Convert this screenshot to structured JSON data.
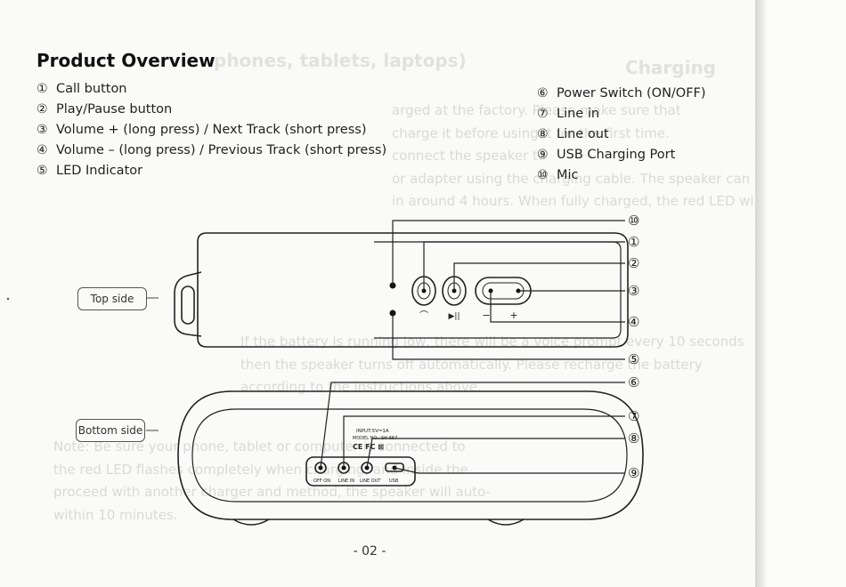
{
  "page": {
    "title": "Product Overview",
    "page_number": "- 02 -"
  },
  "left_list": [
    {
      "num": "①",
      "label": "Call button"
    },
    {
      "num": "②",
      "label": "Play/Pause button"
    },
    {
      "num": "③",
      "label": "Volume + (long press) / Next Track (short press)"
    },
    {
      "num": "④",
      "label": "Volume – (long press) / Previous Track (short press)"
    },
    {
      "num": "⑤",
      "label": "LED Indicator"
    }
  ],
  "right_list": [
    {
      "num": "⑥",
      "label": "Power Switch (ON/OFF)"
    },
    {
      "num": "⑦",
      "label": "Line in"
    },
    {
      "num": "⑧",
      "label": "Line out"
    },
    {
      "num": "⑨",
      "label": "USB Charging Port"
    },
    {
      "num": "⑩",
      "label": "Mic"
    }
  ],
  "side_labels": {
    "top": "Top side",
    "bottom": "Bottom side"
  },
  "callouts": {
    "c10": "⑩",
    "c1": "①",
    "c2": "②",
    "c3": "③",
    "c4": "④",
    "c5": "⑤",
    "c6": "⑥",
    "c7": "⑦",
    "c8": "⑧",
    "c9": "⑨"
  },
  "port_labels": {
    "off_on": "OFF ON",
    "line_in": "LINE IN",
    "line_out": "LINE OUT",
    "usb": "USB",
    "input": "INPUT:5V⎓1A",
    "model": "MODEL NO.: SH-667",
    "ce": "CE FC ⊠"
  },
  "button_symbols": {
    "call": "⌒",
    "play": "▶||",
    "minus": "−",
    "plus": "+"
  }
}
